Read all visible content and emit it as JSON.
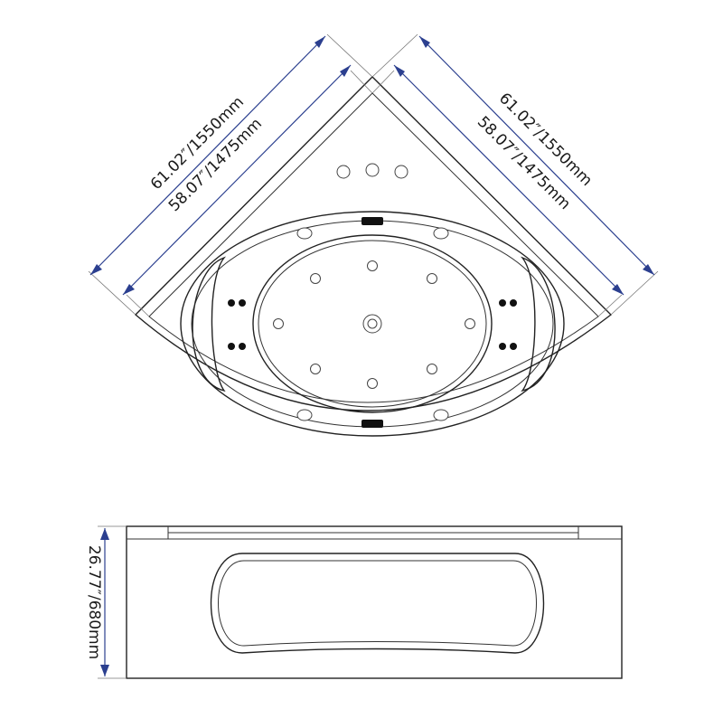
{
  "top_view": {
    "dim_left_outer": "61.02″/1550mm",
    "dim_left_inner": "58.07″/1475mm",
    "dim_right_outer": "61.02″/1550mm",
    "dim_right_inner": "58.07″/1475mm"
  },
  "side_view": {
    "dim_height": "26.77″/680mm"
  },
  "colors": {
    "dimension_line": "#2b3f8f",
    "outline": "#222222"
  }
}
